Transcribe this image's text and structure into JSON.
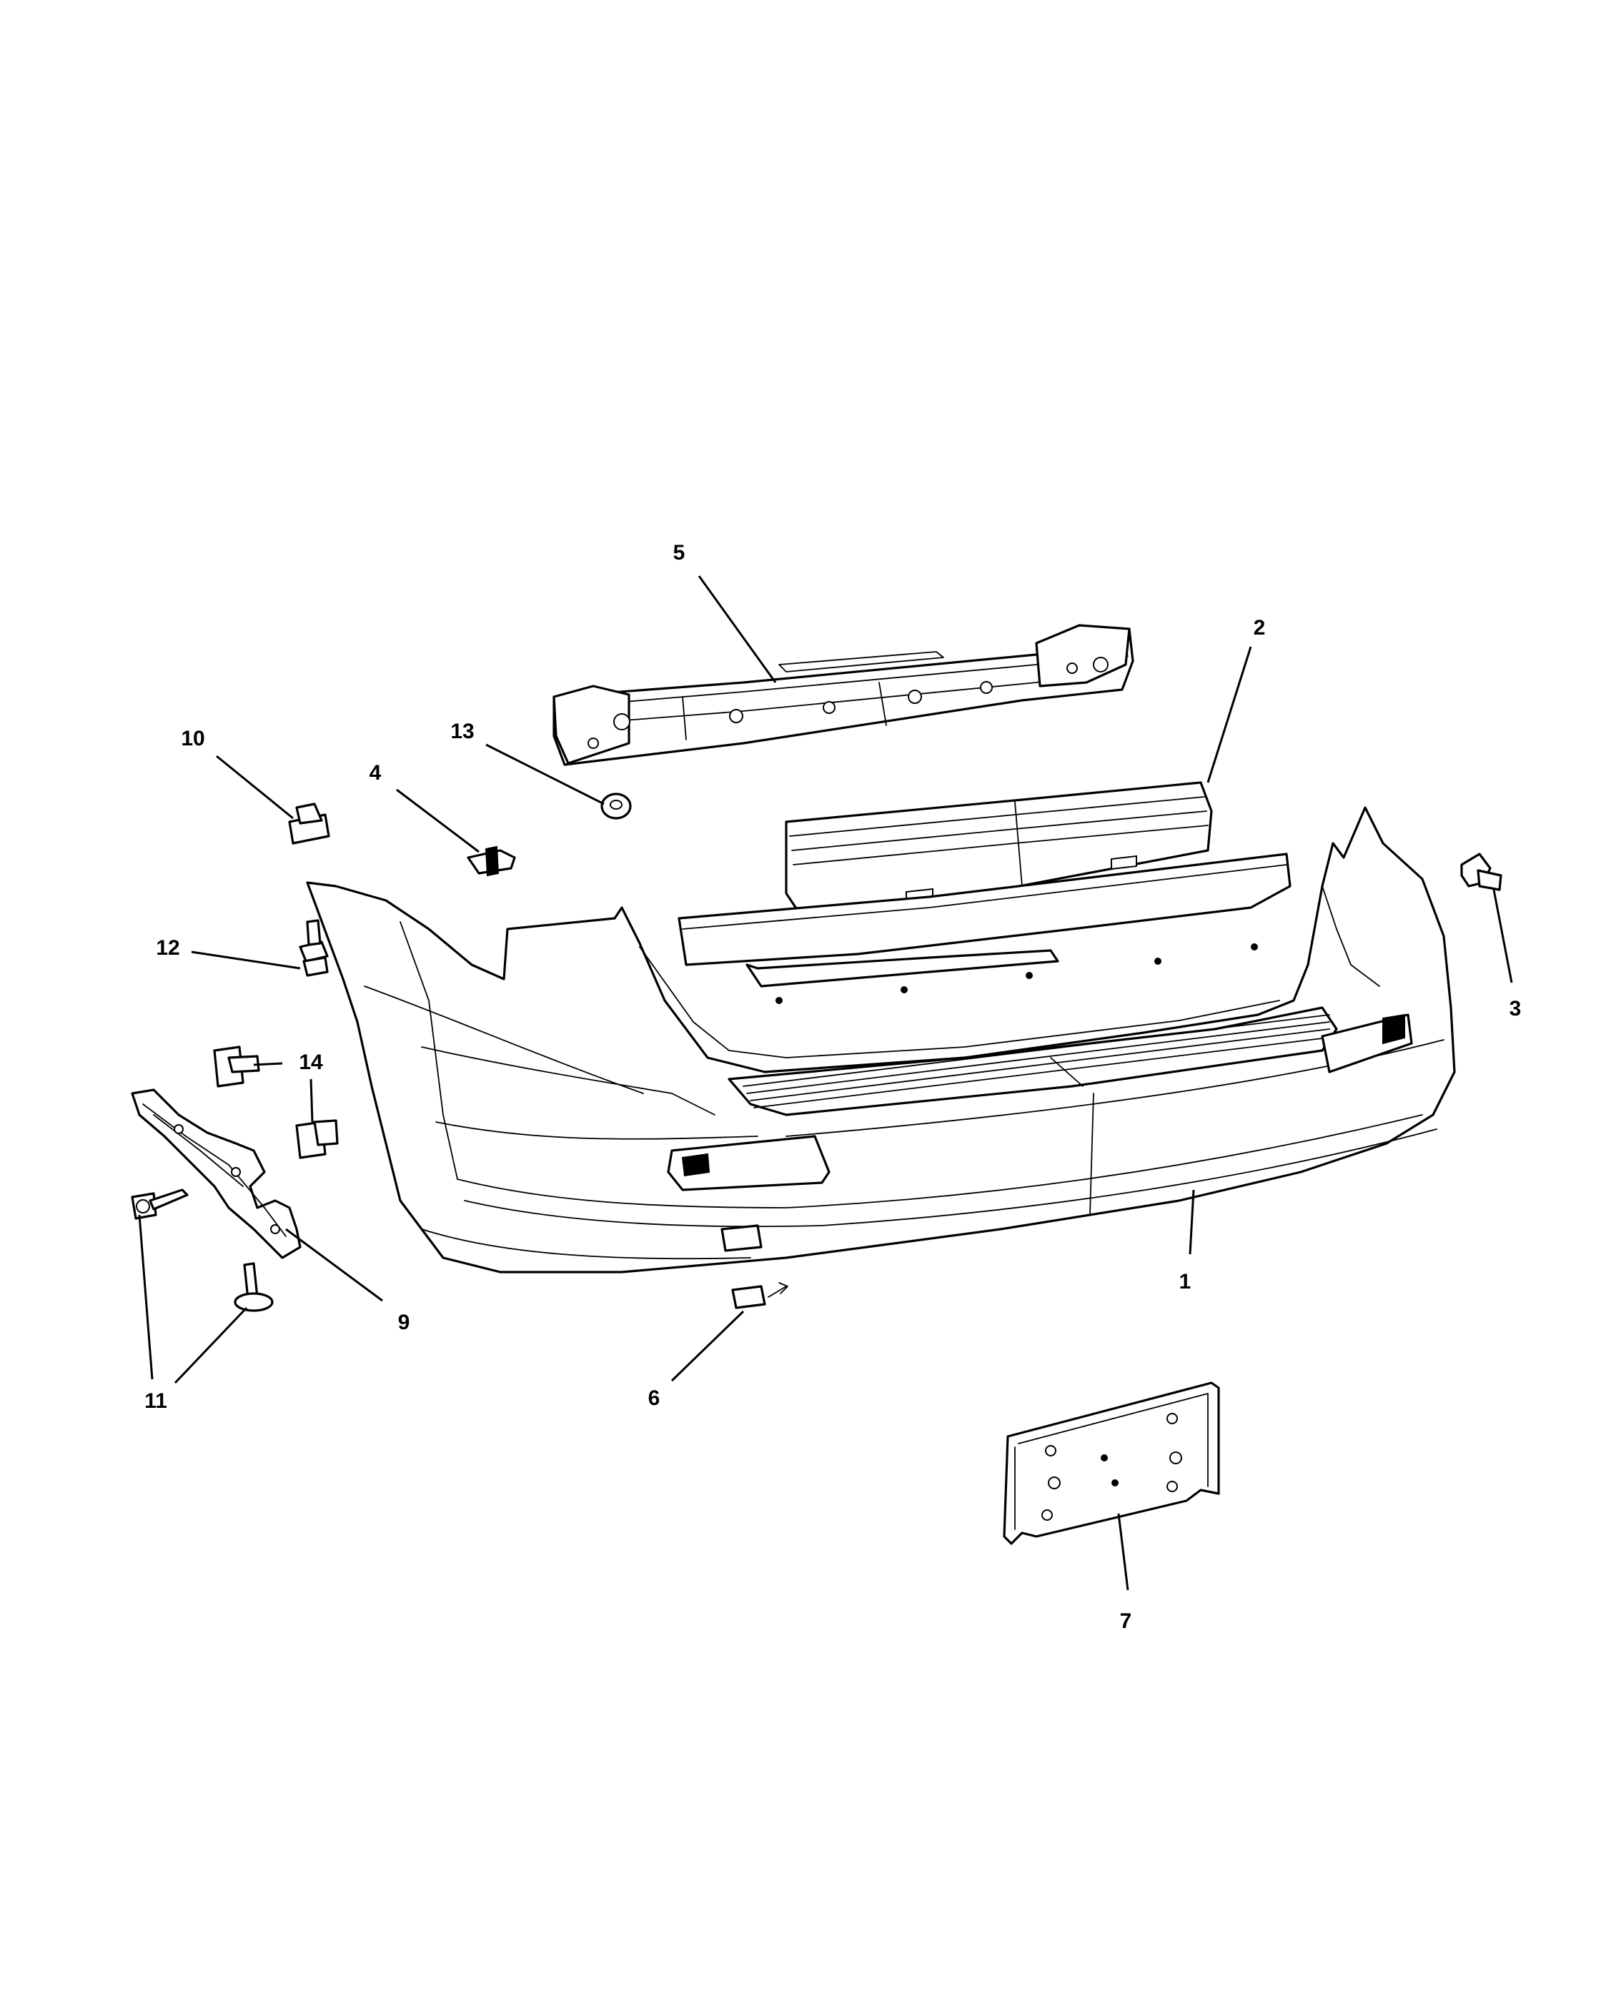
{
  "callouts": [
    {
      "id": "1",
      "label": "1"
    },
    {
      "id": "2",
      "label": "2"
    },
    {
      "id": "3",
      "label": "3"
    },
    {
      "id": "4",
      "label": "4"
    },
    {
      "id": "5",
      "label": "5"
    },
    {
      "id": "6",
      "label": "6"
    },
    {
      "id": "7",
      "label": "7"
    },
    {
      "id": "9",
      "label": "9"
    },
    {
      "id": "10",
      "label": "10"
    },
    {
      "id": "11",
      "label": "11"
    },
    {
      "id": "12",
      "label": "12"
    },
    {
      "id": "13",
      "label": "13"
    },
    {
      "id": "14",
      "label": "14"
    }
  ]
}
